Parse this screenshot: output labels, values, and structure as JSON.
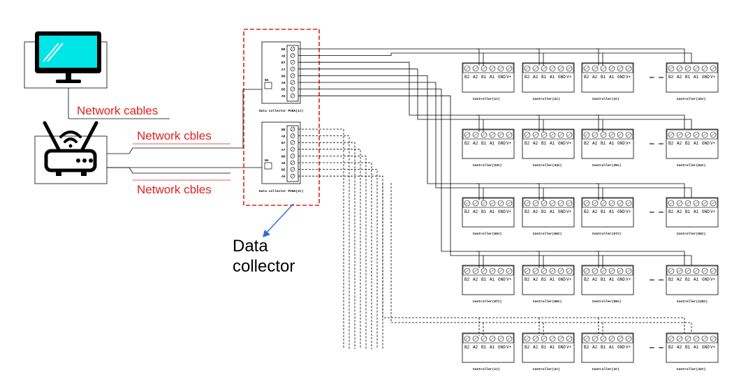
{
  "labels": {
    "net_cables_1": "Network cables",
    "net_cables_2": "Network cbles",
    "net_cables_3": "Network cbles",
    "data_collector_line1": "Data",
    "data_collector_line2": "collector",
    "collector_top": "Data collector PCBA(1#)",
    "collector_bottom": "Data collector PCBA(2#)",
    "collector_port": "NA",
    "ellipsis": "— —"
  },
  "terminals": [
    "B2",
    "A2",
    "B1",
    "A1",
    "GND",
    "V+"
  ],
  "collector_pins": [
    "B8",
    "A8",
    "B7",
    "A7",
    "B6",
    "A6",
    "B5",
    "A5"
  ],
  "controller_rows": [
    [
      "Controller(1#)",
      "Controller(2#)",
      "Controller(3#)",
      "Controller(32#)"
    ],
    [
      "Controller(33#)",
      "Controller(34#)",
      "Controller(35#)",
      "Controller(64#)"
    ],
    [
      "Controller(65#)",
      "Controller(66#)",
      "Controller(67#)",
      "Controller(96#)"
    ],
    [
      "Controller(97#)",
      "Controller(98#)",
      "Controller(99#)",
      "Controller(128#)"
    ],
    [
      "Controller(1#)",
      "Controller(2#)",
      "Controller(3#)",
      "Controller(32#)"
    ]
  ],
  "colors": {
    "monitor_screen": "#00e6e6",
    "highlight_box": "#e02020",
    "arrow": "#2a6fd6",
    "line": "#000000"
  },
  "icons": {
    "monitor": "monitor-icon",
    "router": "wifi-router-icon"
  }
}
